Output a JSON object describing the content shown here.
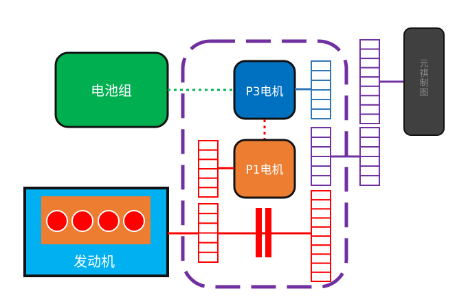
{
  "battery": {
    "label": "电池组",
    "color": "#00b050"
  },
  "p3_motor": {
    "label": "P3电机",
    "color": "#0070c0"
  },
  "p1_motor": {
    "label": "P1电机",
    "color": "#ed7d31"
  },
  "engine": {
    "label": "发动机",
    "color": "#00b0f0",
    "block_color": "#ed7d31",
    "cylinder_color": "#ff0000",
    "cylinder_count": 4
  },
  "output": {
    "label_chars": [
      "元",
      "祺",
      "制",
      "图"
    ],
    "color": "#404040"
  },
  "colors": {
    "housing": "#7030a0",
    "electric_link": "#00b050",
    "p1_link": "#ff0000",
    "p3_gear": "#2e75b6",
    "output_gear": "#7030a0",
    "engine_gear": "#ff0000",
    "clutch": "#ff0000"
  }
}
